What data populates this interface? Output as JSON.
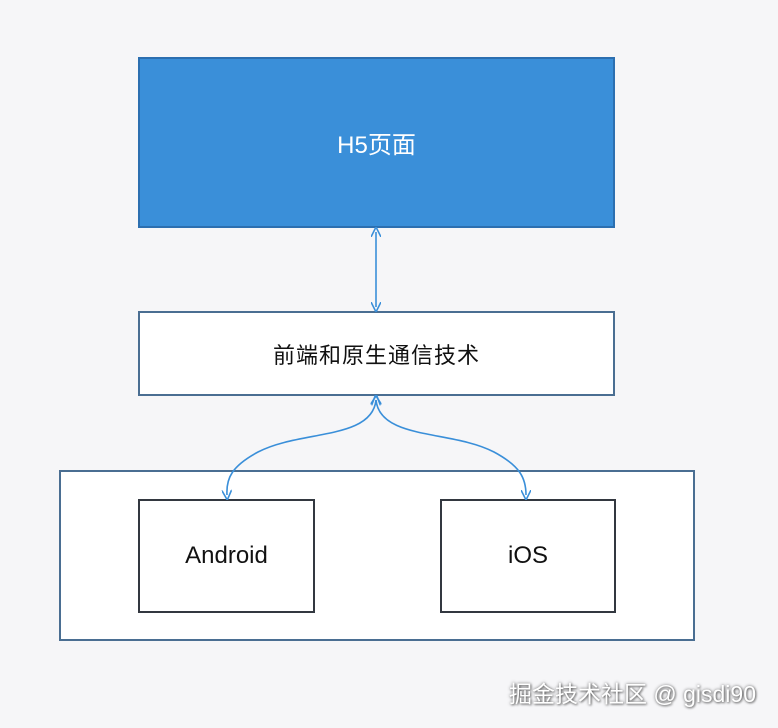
{
  "diagram": {
    "h5_box": {
      "label": "H5页面"
    },
    "bridge_box": {
      "label": "前端和原生通信技术"
    },
    "android_box": {
      "label": "Android"
    },
    "ios_box": {
      "label": "iOS"
    }
  },
  "watermark": {
    "text": "掘金技术社区 @ gisdi90"
  },
  "colors": {
    "h5_fill": "#3a8fd9",
    "arrow": "#3a8fd9",
    "border": "#4a6e92"
  }
}
